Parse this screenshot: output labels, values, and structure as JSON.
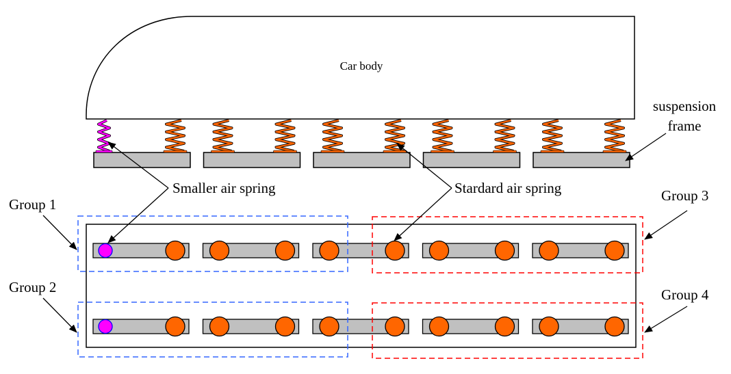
{
  "colors": {
    "outline": "#000000",
    "frame_fill": "#c0c0c0",
    "standard_spring": "#ff6600",
    "smaller_spring": "#ff00ff",
    "smaller_spring_outline": "#0000ff",
    "group_left_box": "#3366ff",
    "group_right_box": "#ff0000"
  },
  "labels": {
    "car_body": "Car body",
    "suspension_frame_line1": "suspension",
    "suspension_frame_line2": "frame",
    "smaller_air_spring": "Smaller air spring",
    "standard_air_spring": "Stardard air spring",
    "group1": "Group 1",
    "group2": "Group 2",
    "group3": "Group 3",
    "group4": "Group 4"
  },
  "side_view": {
    "frames": [
      {
        "id": 1,
        "springs": [
          "smaller",
          "standard"
        ]
      },
      {
        "id": 2,
        "springs": [
          "standard",
          "standard"
        ]
      },
      {
        "id": 3,
        "springs": [
          "standard",
          "standard"
        ]
      },
      {
        "id": 4,
        "springs": [
          "standard",
          "standard"
        ]
      },
      {
        "id": 5,
        "springs": [
          "standard",
          "standard"
        ]
      }
    ]
  },
  "plan_view": {
    "rows": [
      {
        "row": 1,
        "frames": [
          [
            "smaller",
            "standard"
          ],
          [
            "standard",
            "standard"
          ],
          [
            "standard",
            "standard"
          ],
          [
            "standard",
            "standard"
          ],
          [
            "standard",
            "standard"
          ]
        ]
      },
      {
        "row": 2,
        "frames": [
          [
            "smaller",
            "standard"
          ],
          [
            "standard",
            "standard"
          ],
          [
            "standard",
            "standard"
          ],
          [
            "standard",
            "standard"
          ],
          [
            "standard",
            "standard"
          ]
        ]
      }
    ],
    "groups": [
      {
        "id": "group1",
        "row": 1,
        "side": "left",
        "color_key": "group_left_box"
      },
      {
        "id": "group2",
        "row": 2,
        "side": "left",
        "color_key": "group_left_box"
      },
      {
        "id": "group3",
        "row": 1,
        "side": "right",
        "color_key": "group_right_box"
      },
      {
        "id": "group4",
        "row": 2,
        "side": "right",
        "color_key": "group_right_box"
      }
    ]
  }
}
